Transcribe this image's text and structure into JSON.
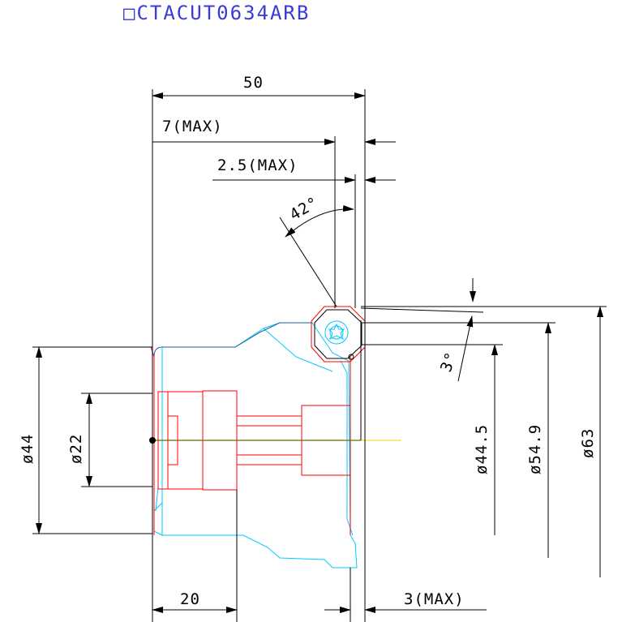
{
  "title": "□CTACUT0634ARB",
  "colors": {
    "title": "#3a3ad8",
    "dimension": "#000000",
    "body": "#00c8ff",
    "insert_red": "#ff0000",
    "centerline": "#e8d800",
    "outline": "#1a5fa0"
  },
  "dimensions": {
    "overall_length": "50",
    "insert_projection": "7(MAX)",
    "insert_offset": "2.5(MAX)",
    "approach_angle": "42°",
    "clearance_angle": "3°",
    "shank_length": "20",
    "edge_offset": "3(MAX)",
    "dia_44": "ø44",
    "dia_22": "ø22",
    "dia_44_5": "ø44.5",
    "dia_54_9": "ø54.9",
    "dia_63": "ø63"
  }
}
